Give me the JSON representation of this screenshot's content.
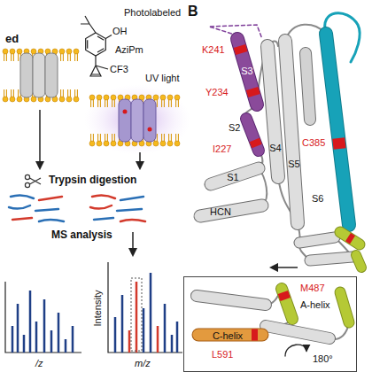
{
  "diagram": {
    "nodes": [
      {
        "text": [
          "M487",
          "A-helix",
          "C-helix",
          "L591",
          "180°"
        ]
      }
    ],
    "labels": [
      "ed",
      "Photolabeled",
      "OH",
      "AziPm",
      "CF3",
      "UV light",
      "Trypsin digestion",
      "MS analysis",
      "Intensity",
      "/z",
      "m/z",
      "B",
      "K241",
      "S3",
      "Y234",
      "S2",
      "I227",
      "S1",
      "S4",
      "S5",
      "C385",
      "S6",
      "HCN"
    ]
  }
}
